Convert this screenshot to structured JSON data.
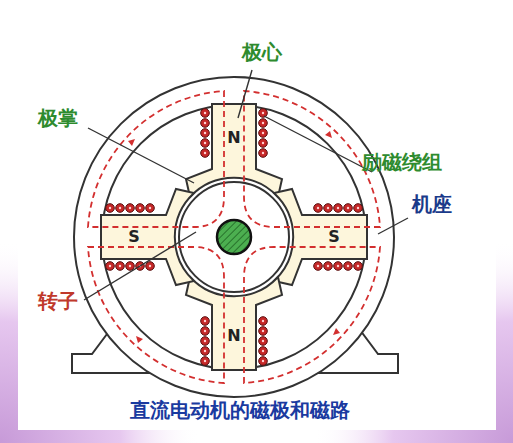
{
  "diagram": {
    "caption": "直流电动机的磁极和磁路",
    "labels": [
      "极心",
      "极掌",
      "N",
      "励磁绕组",
      "机座",
      "S",
      "S",
      "转子",
      "N"
    ]
  }
}
